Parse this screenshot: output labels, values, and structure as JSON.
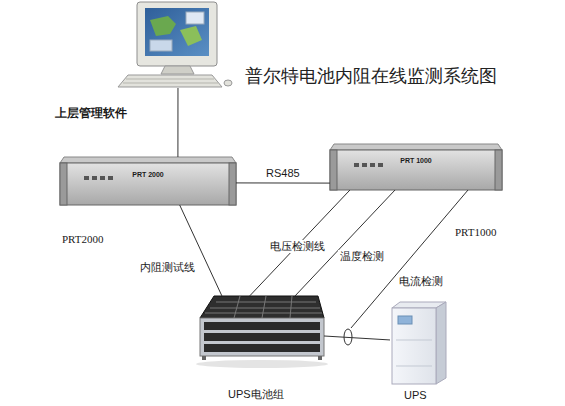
{
  "diagram": {
    "title": "普尔特电池内阻在线监测系统图",
    "nodes": [
      {
        "text": [
          "上层管理软件"
        ]
      },
      {
        "text": [
          "PRT 2000",
          "PRT2000"
        ]
      },
      {
        "text": [
          "PRT 1000",
          "PRT1000"
        ]
      },
      {
        "text": [
          "UPS电池组"
        ]
      },
      {
        "text": [
          "UPS"
        ]
      }
    ],
    "edges": [
      {
        "from": 0,
        "to": 1,
        "arrow": "none"
      },
      {
        "from": 1,
        "to": 2,
        "label": "RS485",
        "arrow": "none"
      },
      {
        "from": 1,
        "to": 3,
        "label": "内阻测试线",
        "arrow": "none"
      },
      {
        "from": 2,
        "to": 3,
        "label": "电压检测线",
        "arrow": "none"
      },
      {
        "from": 2,
        "to": 3,
        "label": "温度检测",
        "arrow": "none"
      },
      {
        "from": 3,
        "to": 4,
        "arrow": "none"
      }
    ],
    "labels": [
      "电流检测"
    ]
  }
}
